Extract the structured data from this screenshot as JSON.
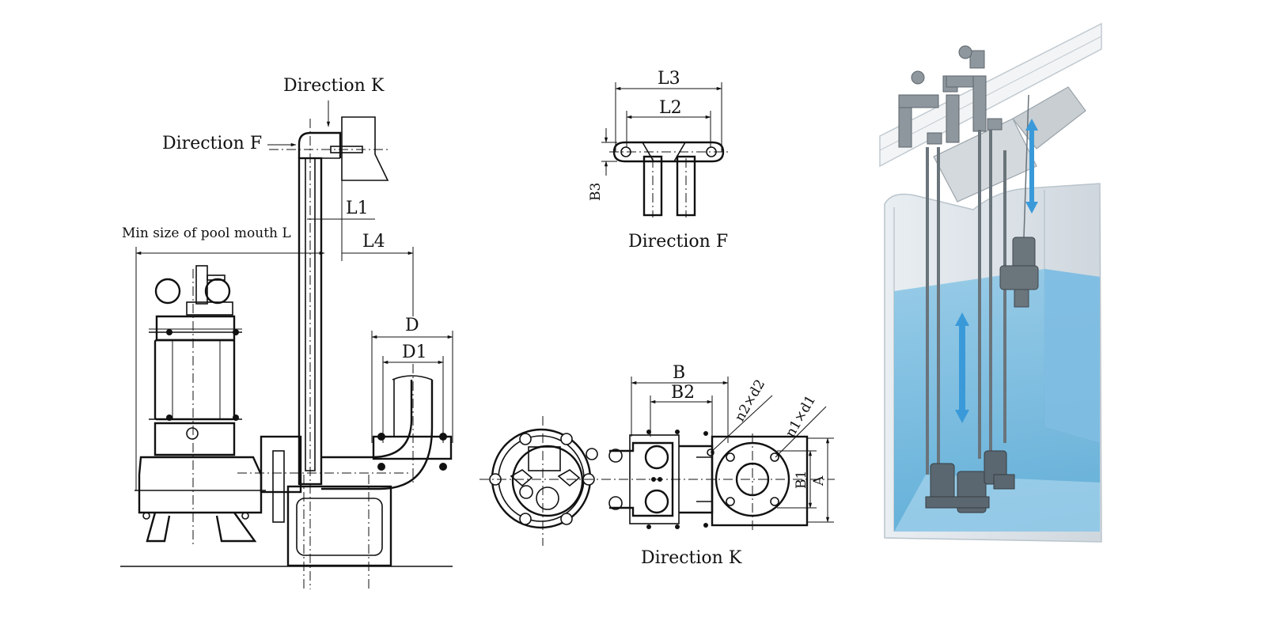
{
  "side_view": {
    "direction_k": "Direction K",
    "direction_f": "Direction F",
    "min_pool_mouth": "Min size of pool mouth L",
    "l1": "L1",
    "l4": "L4",
    "d": "D",
    "d1": "D1"
  },
  "direction_f_view": {
    "l3": "L3",
    "l2": "L2",
    "b3": "B3",
    "caption": "Direction F"
  },
  "direction_k_view": {
    "b": "B",
    "b2": "B2",
    "n2d2": "n2×d2",
    "n1d1": "n1×d1",
    "b1": "B1",
    "a": "A",
    "caption": "Direction K"
  },
  "illustration": {
    "water_color": "#5aaed8",
    "water_light_color": "#a8d4ec",
    "arrow_color": "#3a9ad9",
    "equipment_color": "#5b6770",
    "wall_color": "#dfe5ea"
  }
}
